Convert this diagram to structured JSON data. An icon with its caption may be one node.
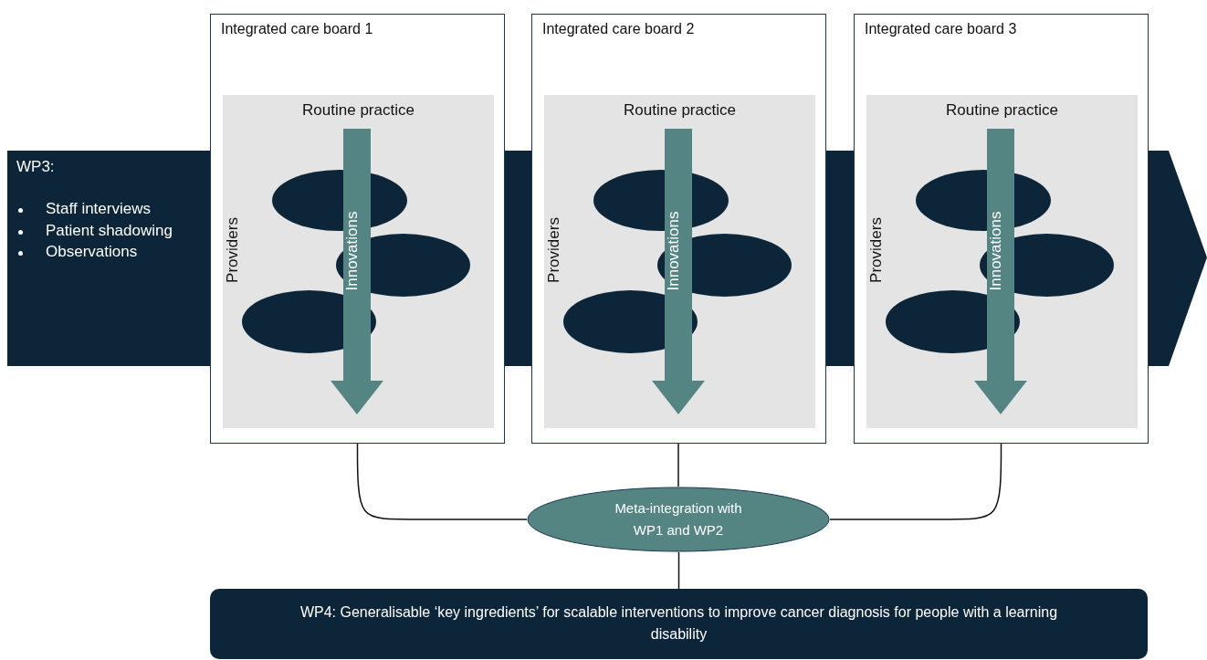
{
  "diagram": {
    "nodes": [
      {
        "text": [
          "WP3:",
          "Staff interviews",
          "Patient shadowing",
          "Observations"
        ]
      },
      {
        "text": [
          "Integrated care board 1"
        ]
      },
      {
        "text": [
          "Routine practice",
          "Providers"
        ],
        "in": 1
      },
      {
        "text": [
          "Innovations"
        ],
        "in": 2
      },
      {
        "text": [
          "Integrated care board 2"
        ]
      },
      {
        "text": [
          "Routine practice",
          "Providers"
        ],
        "in": 4
      },
      {
        "text": [
          "Innovations"
        ],
        "in": 5
      },
      {
        "text": [
          "Integrated care board 3"
        ]
      },
      {
        "text": [
          "Routine practice",
          "Providers"
        ],
        "in": 7
      },
      {
        "text": [
          "Innovations"
        ],
        "in": 8
      },
      {
        "text": [
          "Meta-integration with WP1 and WP2"
        ]
      },
      {
        "text": [
          "WP4: Generalisable ‘key ingredients’ for scalable interventions to improve cancer diagnosis for people with a learning disability"
        ]
      }
    ],
    "edges": [
      {
        "from": 1,
        "to": 10,
        "arrow": "none"
      },
      {
        "from": 4,
        "to": 10,
        "arrow": "none"
      },
      {
        "from": 7,
        "to": 10,
        "arrow": "none"
      },
      {
        "from": 10,
        "to": 11,
        "arrow": "none"
      }
    ]
  }
}
